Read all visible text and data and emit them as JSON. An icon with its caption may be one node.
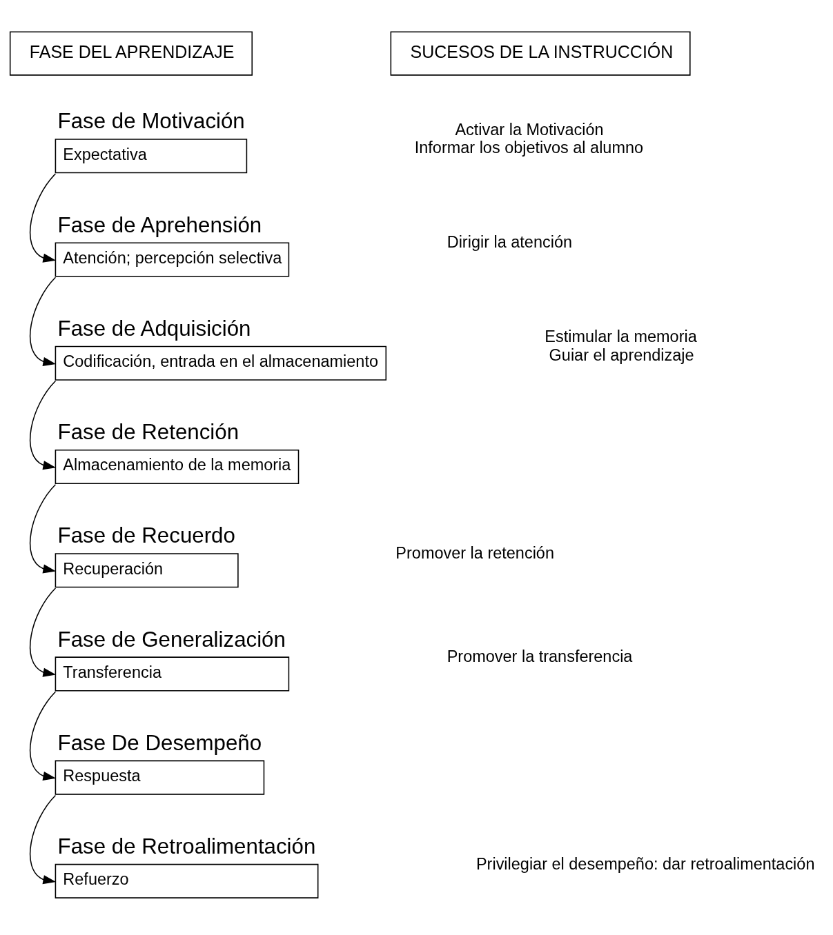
{
  "diagram": {
    "nodes": [
      {
        "text": [
          "FASE DEL APRENDIZAJE"
        ]
      },
      {
        "text": [
          "SUCESOS DE LA INSTRUCCIÓN"
        ]
      },
      {
        "text": [
          "Expectativa"
        ],
        "beside": [
          "Fase de Motivación"
        ]
      },
      {
        "text": [
          "Atención; percepción selectiva"
        ],
        "beside": [
          "Fase de Aprehensión"
        ]
      },
      {
        "text": [
          "Codificación, entrada en el almacenamiento"
        ],
        "beside": [
          "Fase de Adquisición"
        ]
      },
      {
        "text": [
          "Almacenamiento de la memoria"
        ],
        "beside": [
          "Fase de Retención"
        ]
      },
      {
        "text": [
          "Recuperación"
        ],
        "beside": [
          "Fase de Recuerdo"
        ]
      },
      {
        "text": [
          "Transferencia"
        ],
        "beside": [
          "Fase de Generalización"
        ]
      },
      {
        "text": [
          "Respuesta"
        ],
        "beside": [
          "Fase De Desempeño"
        ]
      },
      {
        "text": [
          "Refuerzo"
        ],
        "beside": [
          "Fase de Retroalimentación"
        ]
      }
    ],
    "edges": [
      {
        "from": 2,
        "to": 3,
        "arrow": "to"
      },
      {
        "from": 3,
        "to": 4,
        "arrow": "to"
      },
      {
        "from": 4,
        "to": 5,
        "arrow": "to"
      },
      {
        "from": 5,
        "to": 6,
        "arrow": "to"
      },
      {
        "from": 6,
        "to": 7,
        "arrow": "to"
      },
      {
        "from": 7,
        "to": 8,
        "arrow": "to"
      },
      {
        "from": 8,
        "to": 9,
        "arrow": "to"
      }
    ],
    "labels": [
      "Activar la Motivación",
      "Informar los objetivos al alumno",
      "Dirigir la atención",
      "Estimular la memoria",
      "Guiar el aprendizaje",
      "Promover la retención",
      "Promover la transferencia",
      "Privilegiar el desempeño: dar retroalimentación"
    ]
  }
}
